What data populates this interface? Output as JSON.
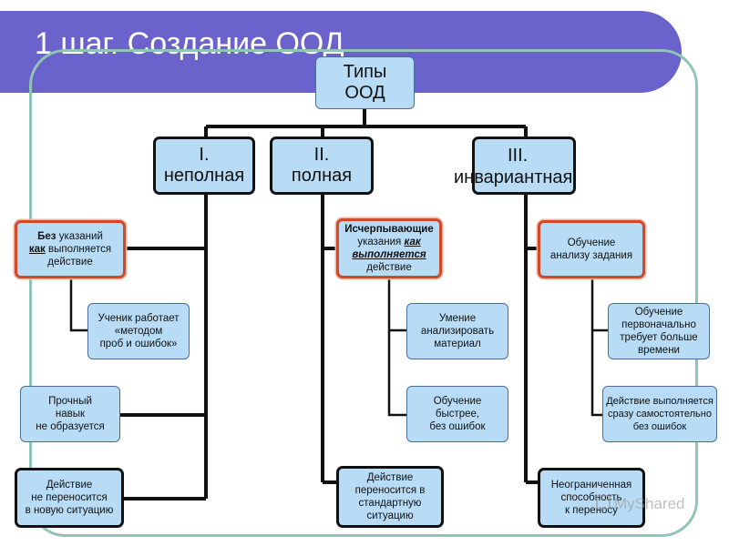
{
  "title": "1 шаг. Создание ООД",
  "root": [
    "Типы",
    "ООД"
  ],
  "types": [
    {
      "line1": "I.",
      "line2": "неполная"
    },
    {
      "line1": "II.",
      "line2": "полная"
    },
    {
      "line1": "III.",
      "line2": "инвариантная"
    }
  ],
  "col1": {
    "red": {
      "bold": "Без",
      "l1": " указаний",
      "underline": "как",
      "l2": " выполняется",
      "l3": "действие"
    },
    "sub1": [
      "Ученик работает",
      "«методом",
      "проб и ошибок»"
    ],
    "sub2": [
      "Прочный",
      "навык",
      "не образуется"
    ],
    "bottom": [
      "Действие",
      "не переносится",
      "в новую ситуацию"
    ]
  },
  "col2": {
    "red": {
      "bold1": "Исчерпывающие",
      "l2a": "указания ",
      "underline1": "как",
      "underline2": "выполняется",
      "l4": "действие"
    },
    "sub1": [
      "Умение",
      "анализировать",
      "материал"
    ],
    "sub2": [
      "Обучение",
      "быстрее,",
      "без ошибок"
    ],
    "bottom": [
      "Действие",
      "переносится в",
      "стандартную",
      "ситуацию"
    ]
  },
  "col3": {
    "red": [
      "Обучение",
      "анализу задания"
    ],
    "sub1": [
      "Обучение",
      "первоначально",
      "требует больше",
      "времени"
    ],
    "sub2": [
      "Действие выполняется",
      "сразу самостоятельно",
      "без ошибок"
    ],
    "bottom": [
      "Неограниченная",
      "способность",
      "к переносу"
    ]
  },
  "watermark": "MyShared",
  "colors": {
    "header_bg": "#6b63cc",
    "box_fill": "#b8dcf5",
    "accent_red": "#d04a2a",
    "frame": "#8fc4b8"
  }
}
